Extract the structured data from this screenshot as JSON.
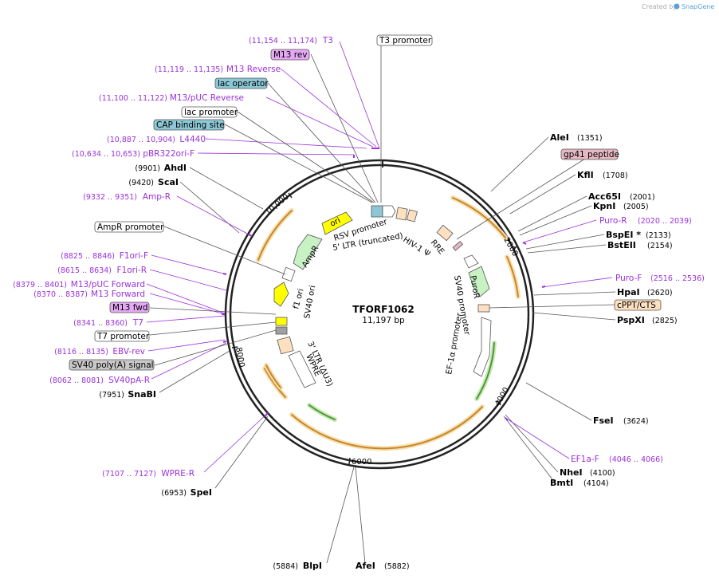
{
  "credit": "Created by",
  "brand": "SnapGene",
  "plasmid": {
    "name": "TFORF1062",
    "length": "11,197 bp"
  },
  "ticks": [
    "2000",
    "4000",
    "6000",
    "8000",
    "10,000"
  ],
  "enzymes": [
    {
      "name": "AleI",
      "pos": "(1351)"
    },
    {
      "name": "KflI",
      "pos": "(1708)"
    },
    {
      "name": "Acc65I",
      "pos": "(2001)"
    },
    {
      "name": "KpnI",
      "pos": "(2005)"
    },
    {
      "name": "BspEI *",
      "pos": "(2133)"
    },
    {
      "name": "BstEII",
      "pos": "(2154)"
    },
    {
      "name": "HpaI",
      "pos": "(2620)"
    },
    {
      "name": "PspXI",
      "pos": "(2825)"
    },
    {
      "name": "FseI",
      "pos": "(3624)"
    },
    {
      "name": "NheI",
      "pos": "(4100)"
    },
    {
      "name": "BmtI",
      "pos": "(4104)"
    },
    {
      "name": "AfeI",
      "pos": "(5882)"
    },
    {
      "name": "BlpI",
      "pos": "(5884)"
    },
    {
      "name": "SpeI",
      "pos": "(6953)"
    },
    {
      "name": "SnaBI",
      "pos": "(7951)"
    },
    {
      "name": "ScaI",
      "pos": "(9420)"
    },
    {
      "name": "AhdI",
      "pos": "(9901)"
    }
  ],
  "primers": [
    {
      "name": "Puro-R",
      "pos": "(2020 .. 2039)"
    },
    {
      "name": "Puro-F",
      "pos": "(2516 .. 2536)"
    },
    {
      "name": "EF1a-F",
      "pos": "(4046 .. 4066)"
    },
    {
      "name": "WPRE-R",
      "pos": "(7107 .. 7127)"
    },
    {
      "name": "SV40pA-R",
      "pos": "(8062 .. 8081)"
    },
    {
      "name": "EBV-rev",
      "pos": "(8116 .. 8135)"
    },
    {
      "name": "T7",
      "pos": "(8341 .. 8360)"
    },
    {
      "name": "M13 Forward",
      "pos": "(8370 .. 8387)"
    },
    {
      "name": "M13/pUC Forward",
      "pos": "(8379 .. 8401)"
    },
    {
      "name": "F1ori-R",
      "pos": "(8615 .. 8634)"
    },
    {
      "name": "F1ori-F",
      "pos": "(8825 .. 8846)"
    },
    {
      "name": "Amp-R",
      "pos": "(9332 .. 9351)"
    },
    {
      "name": "pBR322ori-F",
      "pos": "(10,634 .. 10,653)"
    },
    {
      "name": "L4440",
      "pos": "(10,887 .. 10,904)"
    },
    {
      "name": "M13/pUC Reverse",
      "pos": "(11,100 .. 11,122)"
    },
    {
      "name": "M13 Reverse",
      "pos": "(11,119 .. 11,135)"
    },
    {
      "name": "T3",
      "pos": "(11,154 .. 11,174)"
    }
  ],
  "boxed_features": [
    {
      "name": "T3 promoter",
      "color": "#ffffff"
    },
    {
      "name": "M13 rev",
      "color": "#e6a9f5"
    },
    {
      "name": "lac operator",
      "color": "#8cc7d6"
    },
    {
      "name": "lac promoter",
      "color": "#ffffff"
    },
    {
      "name": "CAP binding site",
      "color": "#8cc7d6"
    },
    {
      "name": "gp41 peptide",
      "color": "#e6b8c4"
    },
    {
      "name": "cPPT/CTS",
      "color": "#fde0c0"
    },
    {
      "name": "AmpR promoter",
      "color": "#ffffff"
    },
    {
      "name": "M13 fwd",
      "color": "#e6a9f5"
    },
    {
      "name": "T7 promoter",
      "color": "#ffffff"
    },
    {
      "name": "SV40 poly(A) signal",
      "color": "#c8c8c8"
    }
  ],
  "inner_labels": {
    "ori": "ori",
    "rsv": "RSV promoter",
    "ltr5": "5' LTR (truncated)",
    "hiv": "HIV-1 Ψ",
    "rre": "RRE",
    "ampr": "AmpR",
    "f1ori": "f1 ori",
    "sv40ori": "SV40 ori",
    "puror": "PuroR",
    "sv40prom": "SV40 promoter",
    "ef1a": "EF-1α promoter",
    "ltr3": "3' LTR (ΔU3)",
    "wpre": "WPRE"
  }
}
